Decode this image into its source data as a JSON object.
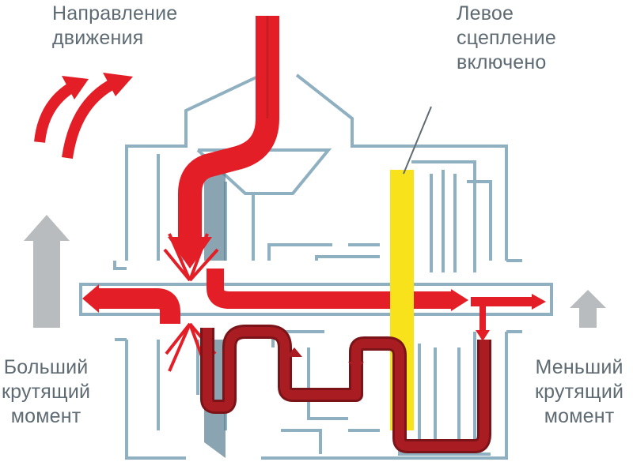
{
  "labels": {
    "direction": "Направление\nдвижения",
    "left_clutch": "Левое\nсцепление\nвключено",
    "more_torque": "Больший\nкрутящий\nмомент",
    "less_torque": "Меньший\nкрутящий\nмомент"
  },
  "colors": {
    "housing": "#8fb0c0",
    "shaft": "#5a7d90",
    "input_flow": "#e41e26",
    "return_flow": "#a81c22",
    "clutch": "#f7e21b",
    "torque_arrow": "#b9bcbf",
    "text": "#5f6b73"
  }
}
